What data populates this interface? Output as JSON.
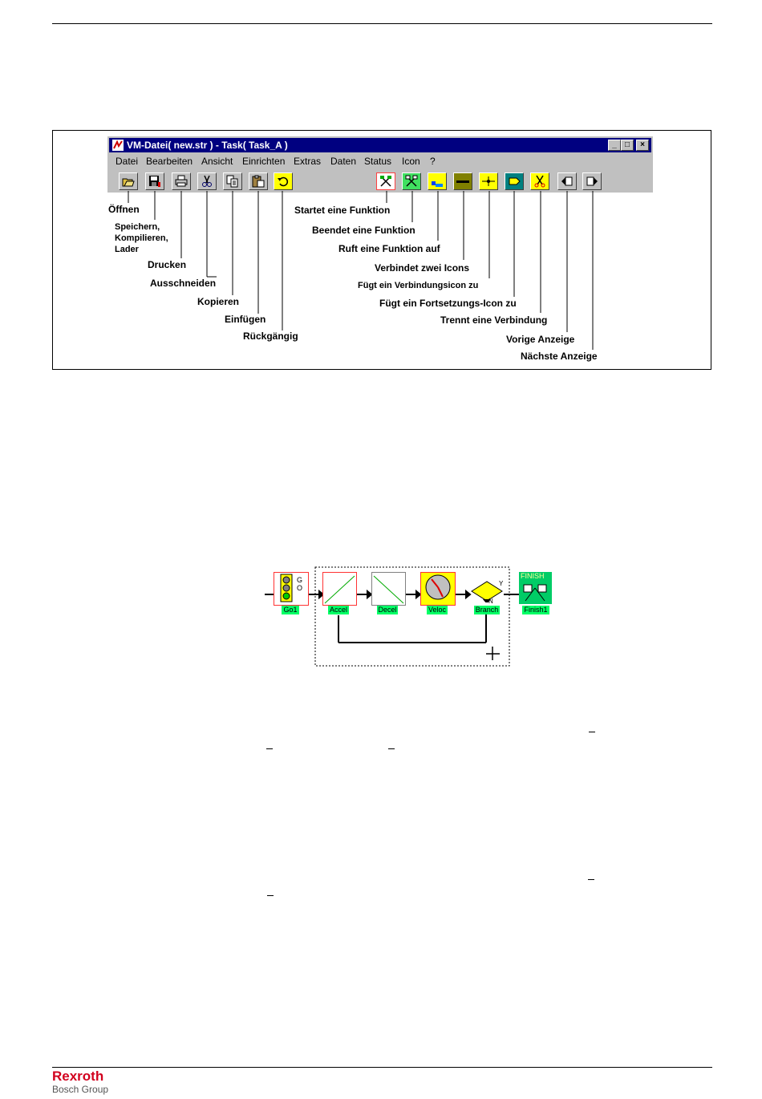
{
  "window": {
    "title": "VM-Datei( new.str ) - Task( Task_A )",
    "controls": {
      "minimize": "_",
      "maximize": "□",
      "close": "×"
    }
  },
  "menu": [
    {
      "label": "Datei"
    },
    {
      "label": "Bearbeiten"
    },
    {
      "label": "Ansicht"
    },
    {
      "label": "Einrichten"
    },
    {
      "label": "Extras"
    },
    {
      "label": "Daten"
    },
    {
      "label": "Status"
    },
    {
      "label": "Icon"
    },
    {
      "label": "?"
    }
  ],
  "toolbar_icons": [
    "open-icon",
    "save-compile-icon",
    "print-icon",
    "cut-icon",
    "copy-icon",
    "paste-icon",
    "undo-icon",
    "start-function-icon",
    "end-function-icon",
    "call-function-icon",
    "connect-icons-icon",
    "connector-icon",
    "continuation-icon",
    "disconnect-icon",
    "previous-view-icon",
    "next-view-icon"
  ],
  "labels": {
    "oeffnen": "Öffnen",
    "speichern": "Speichern,",
    "kompilieren": "Kompilieren,",
    "lader": "Lader",
    "drucken": "Drucken",
    "ausschneiden": "Ausschneiden",
    "kopieren": "Kopieren",
    "einfuegen": "Einfügen",
    "rueckgaengig": "Rückgängig",
    "startet": "Startet eine Funktion",
    "beendet": "Beendet eine Funktion",
    "ruft": "Ruft eine Funktion auf",
    "verbindet": "Verbindet zwei Icons",
    "verbindungsicon": "Fügt ein Verbindungsicon zu",
    "fortsetzung": "Fügt ein Fortsetzungs-Icon zu",
    "trennt": "Trennt eine Verbindung",
    "vorige": "Vorige Anzeige",
    "naechste": "Nächste Anzeige"
  },
  "flowchart": {
    "go_text": "GO",
    "nodes": [
      "Go1",
      "Accel",
      "Decel",
      "Veloc",
      "Branch",
      "Finish1"
    ],
    "finish_text": "FINISH",
    "branch_y": "Y",
    "branch_n": "N"
  },
  "logo": {
    "brand": "Rexroth",
    "group": "Bosch Group"
  },
  "colors": {
    "titlebar": "#000080",
    "toolbar": "#c0c0c0",
    "node_label": "#00ff66",
    "node_border": "#ff3333",
    "brand": "#d2001e"
  }
}
